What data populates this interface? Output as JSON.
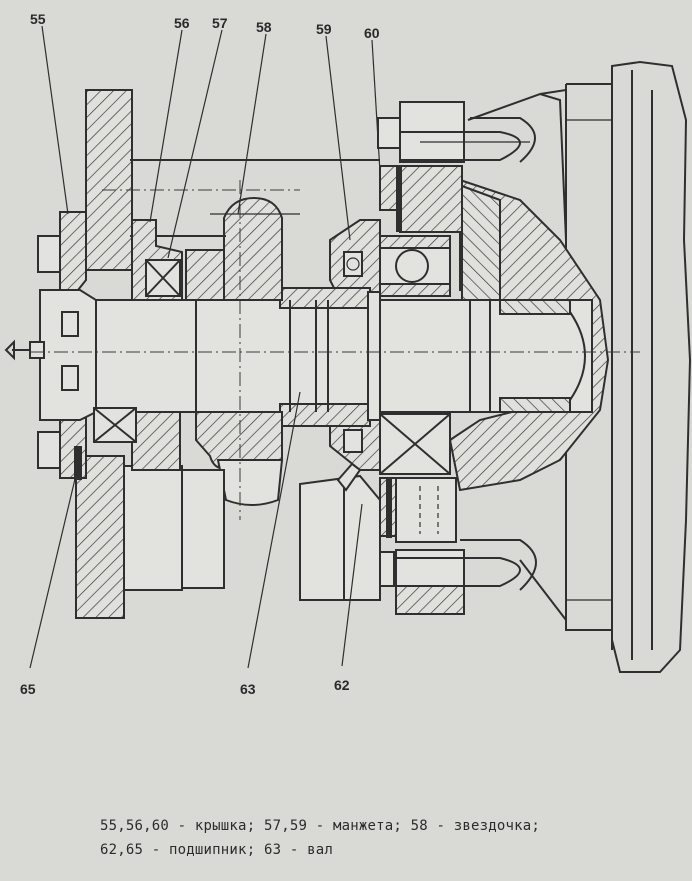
{
  "callouts": {
    "c55": "55",
    "c56": "56",
    "c57": "57",
    "c58": "58",
    "c59": "59",
    "c60": "60",
    "c62": "62",
    "c63": "63",
    "c65": "65"
  },
  "caption": {
    "line1": "55,56,60 - крышка; 57,59 - манжета; 58 - звездочка;",
    "line2": "62,65 - подшипник; 63 - вал"
  }
}
